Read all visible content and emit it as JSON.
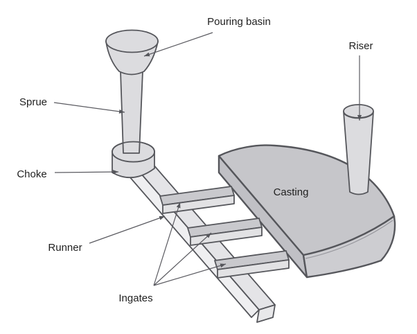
{
  "diagram": {
    "labels": {
      "pouring_basin": "Pouring basin",
      "riser": "Riser",
      "sprue": "Sprue",
      "choke": "Choke",
      "runner": "Runner",
      "ingates": "Ingates",
      "casting": "Casting"
    },
    "colors": {
      "background": "#ffffff",
      "outline": "#55565b",
      "leader_line": "#5a5a60",
      "text": "#1f1f1f",
      "casting_top": "#c6c6ca",
      "casting_left": "#c0c0c5",
      "casting_front": "#cdcdd1",
      "sprue_fill": "#dcdcdf",
      "runner_top": "#e4e4e7",
      "runner_side": "#efeff1",
      "ingate_top": "#c9c9cd",
      "ingate_front": "#e2e2e4"
    }
  }
}
